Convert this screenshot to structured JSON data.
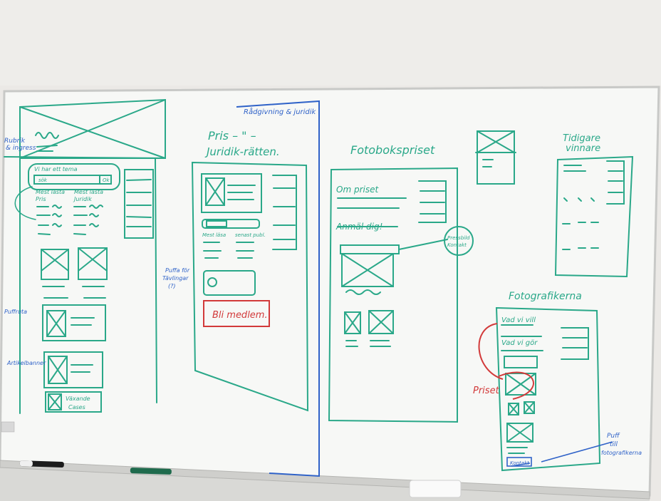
{
  "board": {
    "left_column": {
      "side_notes": [
        "Rubrik",
        "& ingress",
        "Puffruta",
        "Artikelbanner"
      ],
      "search_line": "Vi har ett tema",
      "search_field": "sök",
      "search_button": "Ok",
      "list_headers": [
        "Mest lästa",
        "Pris",
        "Mest lästa",
        "Juridik"
      ],
      "bottom_label": [
        "Växande",
        "Cases"
      ]
    },
    "col2": {
      "title_line1": "Pris – \" –",
      "title_line2": "Juridik-rätten.",
      "note_top": "Rådgivning & juridik",
      "chip_row_left": "Mest läsa",
      "chip_row_right": "senast publ.",
      "side_note": [
        "Puffa för",
        "Tävlingar",
        "(?)"
      ],
      "button_label": "Bli medlem."
    },
    "col3": {
      "title": "Fotobokspriset",
      "text1": "Om priset",
      "text2": "Anmäl dig!",
      "bubble": [
        "Pressbild",
        "Kontakt"
      ]
    },
    "col4": {
      "title_line1": "Tidigare",
      "title_line2": "vinnare",
      "lower_title": "Fotografikerna",
      "lower_item1": "Vad vi vill",
      "lower_item2": "Vad vi gör",
      "red_note": "Priset",
      "right_note": [
        "Puff",
        "till",
        "fotografikerna"
      ],
      "bottom_button": "Kontakt"
    }
  }
}
